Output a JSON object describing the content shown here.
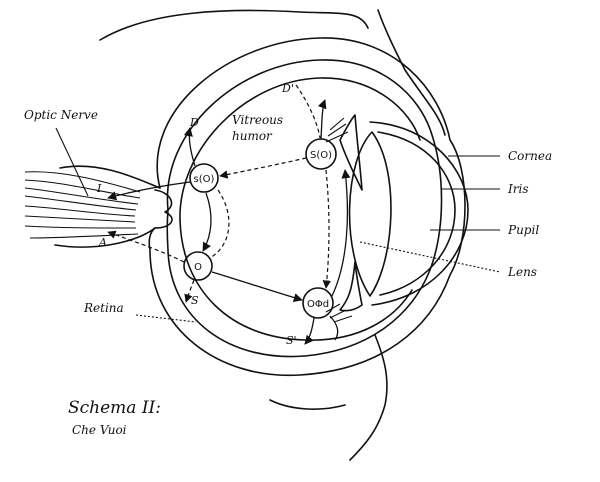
{
  "labels": {
    "optic_nerve": "Optic Nerve",
    "vitreous_line1": "Vitreous",
    "vitreous_line2": "humor",
    "retina": "Retina",
    "cornea": "Cornea",
    "iris": "Iris",
    "pupil": "Pupil",
    "lens": "Lens"
  },
  "nodes": {
    "s_o_left": "s(O)",
    "o": "O",
    "s_o_right": "S(O)",
    "o_phi_d": "OΦd"
  },
  "letters": {
    "d": "D",
    "d_prime": "D'",
    "i": "I",
    "a": "A",
    "s": "S",
    "s_prime": "S'"
  },
  "title": {
    "line1": "Schema II:",
    "line2": "Che Vuoi"
  },
  "colors": {
    "ink": "#111111",
    "background": "#ffffff"
  }
}
